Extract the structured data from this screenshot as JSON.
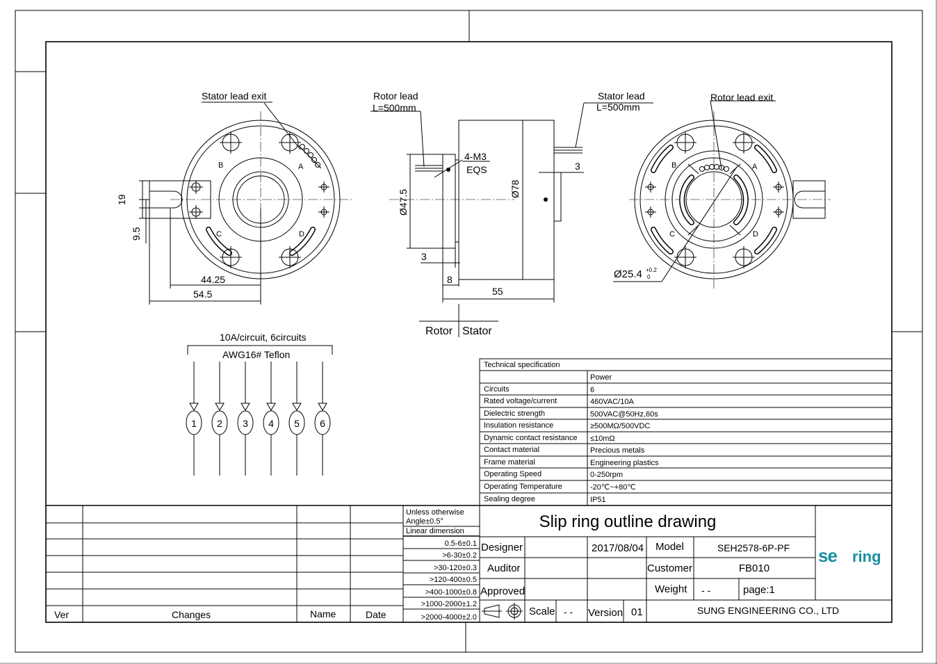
{
  "left_view": {
    "stator_lead_exit": "Stator lead  exit",
    "dim_19": "19",
    "dim_9_5": "9.5",
    "dim_44_25": "44.25",
    "dim_54_5": "54.5",
    "labels": [
      "B",
      "A",
      "C",
      "D"
    ]
  },
  "side_view": {
    "rotor_lead": "Rotor lead",
    "rotor_lead_len": "L=500mm",
    "stator_lead": "Stator lead",
    "stator_lead_len": "L=500mm",
    "holes": "4-M3",
    "eqs": "EQS",
    "dia_47_5": "Ø47.5",
    "dia_78": "Ø78",
    "dim_3_top": "3",
    "dim_3_bottom": "3",
    "dim_8": "8",
    "dim_55": "55",
    "rotor": "Rotor",
    "stator": "Stator"
  },
  "right_view": {
    "rotor_lead_exit": "Rotor lead exit",
    "dia": "Ø25.4",
    "tol_upper": "+0.2",
    "tol_lower": "0",
    "labels": [
      "B",
      "A",
      "C",
      "D"
    ]
  },
  "wiring": {
    "rating": "10A/circuit, 6circuits",
    "wire": "AWG16# Teflon",
    "circuits": [
      "1",
      "2",
      "3",
      "4",
      "5",
      "6"
    ]
  },
  "spec": {
    "title": "Technical specification",
    "header": "Power",
    "rows": [
      [
        "Circuits",
        "6"
      ],
      [
        "Rated voltage/current",
        "460VAC/10A"
      ],
      [
        "Dielectric strength",
        "500VAC@50Hz,60s"
      ],
      [
        "Insulation resistance",
        "≥500MΩ/500VDC"
      ],
      [
        "Dynamic contact resistance",
        "≤10mΩ"
      ],
      [
        "Contact material",
        "Precious metals"
      ],
      [
        "Frame material",
        "Engineering plastics"
      ],
      [
        "Operating Speed",
        "0-250rpm"
      ],
      [
        "Operating Temperature",
        "-20℃~+80℃"
      ],
      [
        "Sealing degree",
        "IP51"
      ]
    ]
  },
  "revision": {
    "ver": "Ver",
    "changes": "Changes",
    "name": "Name",
    "date": "Date"
  },
  "tolerance": {
    "unless": "Unless otherwise",
    "angle": "Angle±0.5°",
    "linear": "Linear dimension",
    "rows": [
      "0.5-6±0.1",
      ">6-30±0.2",
      ">30-120±0.3",
      ">120-400±0.5",
      ">400-1000±0.8",
      ">1000-2000±1.2",
      ">2000-4000±2.0"
    ]
  },
  "title_block": {
    "title": "Slip ring outline drawing",
    "designer": "Designer",
    "date": "2017/08/04",
    "model_label": "Model",
    "model": "SEH2578-6P-PF",
    "auditor": "Auditor",
    "customer_label": "Customer",
    "customer": "FB010",
    "approved": "Approved",
    "weight_label": "Weight",
    "weight": "- -",
    "page": "page:1",
    "scale_label": "Scale",
    "scale": "- -",
    "version_label": "Version",
    "version": "01",
    "company": "SUNG ENGINEERING CO., LTD",
    "logo_se": "se",
    "logo_ring": "ring",
    "logo_color": "#1a8fa0"
  }
}
